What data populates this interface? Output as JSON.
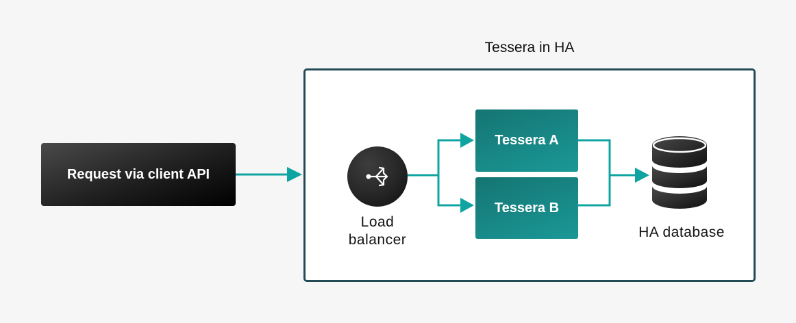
{
  "diagram": {
    "client": {
      "label": "Request via client API"
    },
    "group": {
      "title": "Tessera in HA"
    },
    "load_balancer": {
      "label_line1": "Load",
      "label_line2": "balancer",
      "icon": "share-arrows-icon"
    },
    "nodes": [
      {
        "label": "Tessera A"
      },
      {
        "label": "Tessera B"
      }
    ],
    "database": {
      "label": "HA database",
      "icon": "database-icon"
    },
    "colors": {
      "connector": "#0fa4a1",
      "group_border": "#234b55",
      "node_fill": "#178a88",
      "background": "#f6f6f6"
    }
  }
}
